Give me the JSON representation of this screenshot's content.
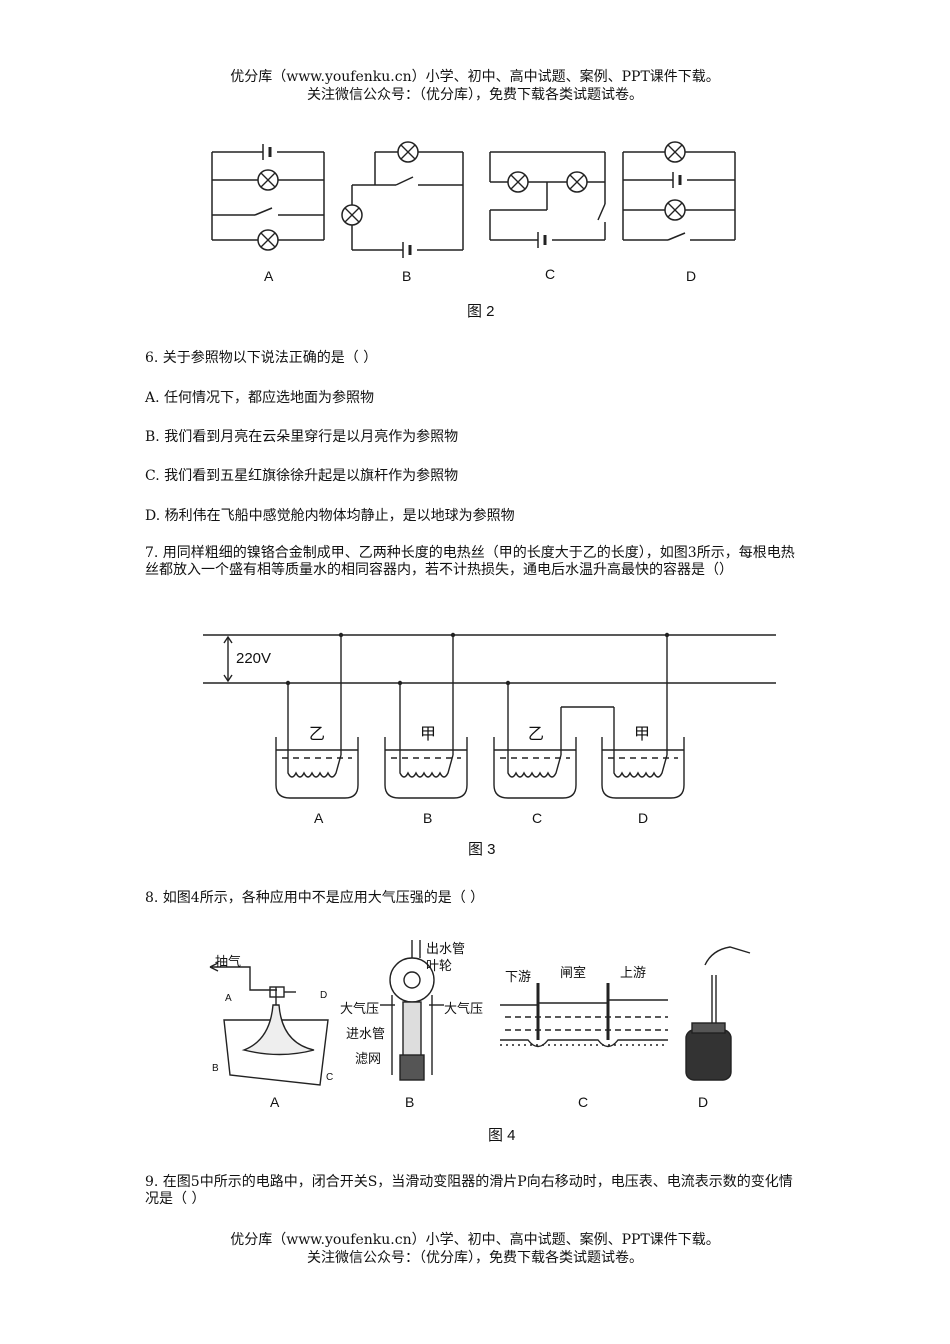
{
  "header": {
    "line1": "优分库（www.youfenku.cn）小学、初中、高中试题、案例、PPT课件下载。",
    "line2": "关注微信公众号：（优分库），免费下载各类试题试卷。"
  },
  "fig2": {
    "labels": [
      "A",
      "B",
      "C",
      "D"
    ],
    "caption": "图 2"
  },
  "q6": {
    "stem": "6.  关于参照物以下说法正确的是（  ）",
    "options": [
      "A.  任何情况下，都应选地面为参照物",
      "B.  我们看到月亮在云朵里穿行是以月亮作为参照物",
      "C.  我们看到五星红旗徐徐升起是以旗杆作为参照物",
      "D.  杨利伟在飞船中感觉舱内物体均静止，是以地球为参照物"
    ]
  },
  "q7": {
    "stem": "7.  用同样粗细的镍铬合金制成甲、乙两种长度的电热丝（甲的长度大于乙的长度），如图3所示，每根电热丝都放入一个盛有相等质量水的相同容器内，若不计热损失，通电后水温升高最快的容器是（）"
  },
  "fig3": {
    "voltage": "220V",
    "wires": [
      "乙",
      "甲",
      "乙",
      "甲"
    ],
    "labels": [
      "A",
      "B",
      "C",
      "D"
    ],
    "caption": "图 3"
  },
  "q8": {
    "stem": "8.  如图4所示，各种应用中不是应用大气压强的是（  ）"
  },
  "fig4": {
    "a": {
      "pump": "抽气",
      "corners": [
        "A",
        "D",
        "B",
        "C"
      ]
    },
    "b": {
      "outlet": "出水管",
      "impeller": "叶轮",
      "atm_left": "大气压",
      "atm_right": "大气压",
      "inlet": "进水管",
      "filter": "滤网"
    },
    "c": {
      "downstream": "下游",
      "lock": "闸室",
      "upstream": "上游"
    },
    "labels": [
      "A",
      "B",
      "C",
      "D"
    ],
    "caption": "图 4"
  },
  "q9": {
    "stem": "9.  在图5中所示的电路中，闭合开关S，当滑动变阻器的滑片P向右移动时，电压表、电流表示数的变化情况是（  ）"
  },
  "footer": {
    "line1": "优分库（www.youfenku.cn）小学、初中、高中试题、案例、PPT课件下载。",
    "line2": "关注微信公众号：（优分库），免费下载各类试题试卷。"
  }
}
